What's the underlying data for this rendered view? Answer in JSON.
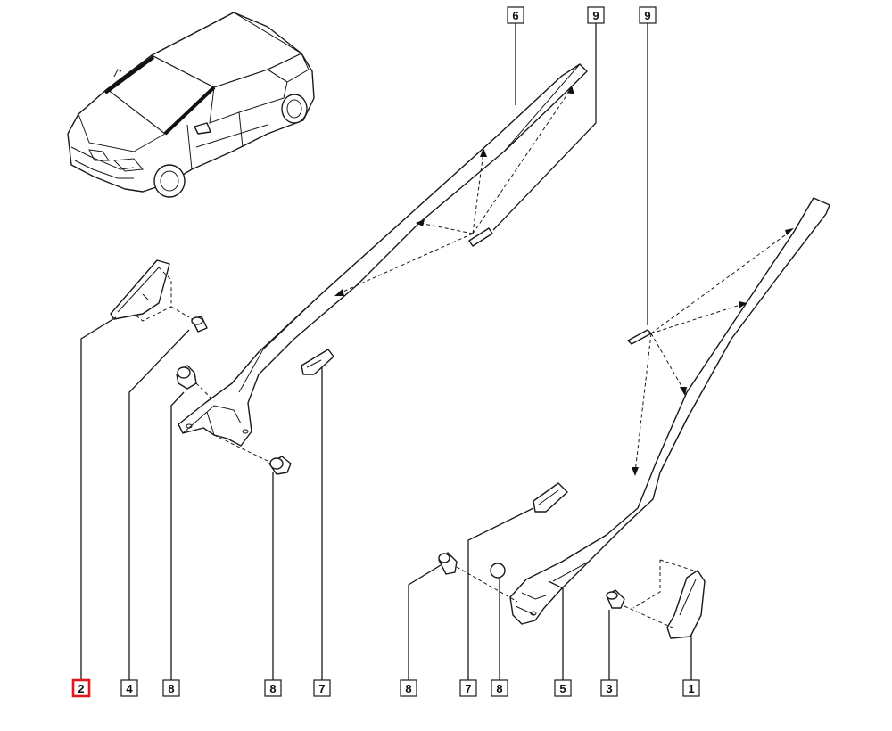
{
  "diagram": {
    "highlight_color": "#e0181e",
    "line_color": "#1a1a1a",
    "callouts": [
      {
        "id": "c-top-6",
        "label": "6"
      },
      {
        "id": "c-top-9a",
        "label": "9"
      },
      {
        "id": "c-top-9b",
        "label": "9"
      },
      {
        "id": "c-bot-2",
        "label": "2",
        "highlighted": true
      },
      {
        "id": "c-bot-4",
        "label": "4"
      },
      {
        "id": "c-bot-8a",
        "label": "8"
      },
      {
        "id": "c-bot-8b",
        "label": "8"
      },
      {
        "id": "c-bot-7a",
        "label": "7"
      },
      {
        "id": "c-bot-8c",
        "label": "8"
      },
      {
        "id": "c-bot-7b",
        "label": "7"
      },
      {
        "id": "c-bot-8d",
        "label": "8"
      },
      {
        "id": "c-bot-5",
        "label": "5"
      },
      {
        "id": "c-bot-3",
        "label": "3"
      },
      {
        "id": "c-bot-1",
        "label": "1"
      }
    ]
  }
}
